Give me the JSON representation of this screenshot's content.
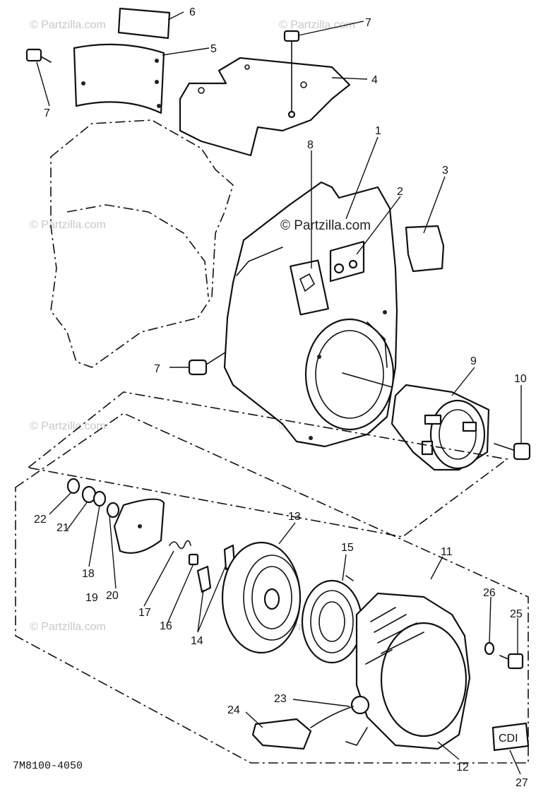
{
  "diagram_code": "7M8100-4050",
  "watermark": "© Partzilla.com",
  "callouts": {
    "c1": "1",
    "c2": "2",
    "c3": "3",
    "c4": "4",
    "c5": "5",
    "c6": "6",
    "c7a": "7",
    "c7b": "7",
    "c7c": "7",
    "c8": "8",
    "c9": "9",
    "c10": "10",
    "c11": "11",
    "c12": "12",
    "c13": "13",
    "c14": "14",
    "c15": "15",
    "c16": "16",
    "c17": "17",
    "c18": "18",
    "c19": "19",
    "c20": "20",
    "c21": "21",
    "c22": "22",
    "c23": "23",
    "c24": "24",
    "c25": "25",
    "c26": "26",
    "c27": "27"
  }
}
